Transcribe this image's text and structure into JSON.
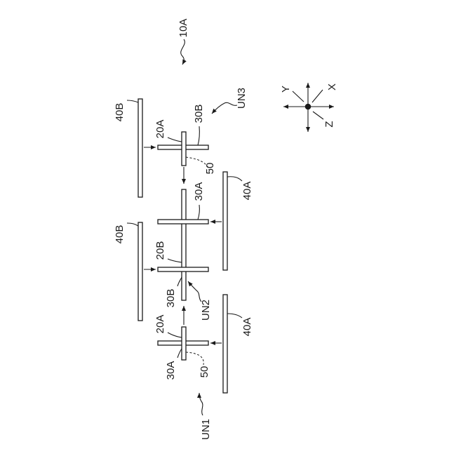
{
  "figure_label": "10A",
  "units": {
    "un1": "UN1",
    "un2": "UN2",
    "un3": "UN3"
  },
  "parts": {
    "first_plate_a": "20A",
    "first_plate_b": "20B",
    "second_plate_a": "30A",
    "second_plate_b": "30B",
    "third_plate_a": "40A",
    "third_plate_b": "40B",
    "adhesive": "50"
  },
  "axes": {
    "x": "X",
    "y": "Y",
    "z": "Z"
  },
  "colors": {
    "line": "#1a1a1a",
    "background": "#ffffff"
  }
}
